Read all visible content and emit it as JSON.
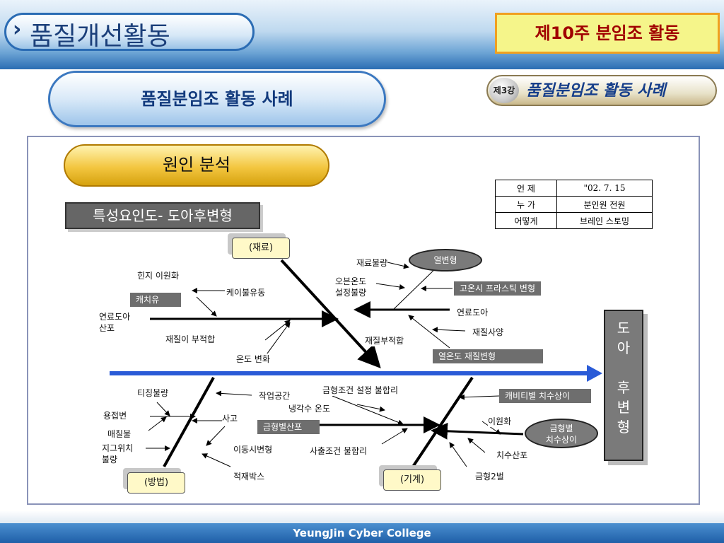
{
  "header": {
    "page_title": "품질개선활동",
    "week_label": "제10주  분임조  활동"
  },
  "subtitle": {
    "main": "품질분임조 활동 사례",
    "lesson_badge": "제3강",
    "lesson_title": "품질분임조 활동 사례"
  },
  "section": {
    "cause_title": "원인 분석",
    "diagram_title": "특성요인도- 도아후변형"
  },
  "info_table": [
    {
      "key": "언  제",
      "value": "\"02. 7. 15"
    },
    {
      "key": "누  가",
      "value": "분인원 전원"
    },
    {
      "key": "어떻게",
      "value": "브레인 스토밍"
    }
  ],
  "fishbone": {
    "effect": "도\n아\n\n후\n변\n형",
    "categories": {
      "material": "(재료)",
      "method": "(방법)",
      "machine": "(기계)"
    },
    "labels": {
      "hinji": "힌지 이원화",
      "caichiyu": "캐치유",
      "keibulyudong": "케이불유동",
      "yeonryodoa_sanpo": "연료도아\n산포",
      "jaejil_bujeokhap": "재질이 부적합",
      "ondo_byeonhwa": "온도 변화",
      "jaeryo_bulryang": "재료불량",
      "yeolbyeonhyeong": "열변형",
      "obun_ondo": "오븐온도\n설정불량",
      "goonsi": "고온시 프라스틱 변형",
      "yeonryodoa": "연료도아",
      "jaejil_bujeokhap2": "재질부적합",
      "jaejil_sayang": "재질사양",
      "yeolondo": "열온도 재질변형",
      "tiching": "티칭불량",
      "yongjeop": "용접변",
      "maechil": "매칠불",
      "jigu": "지그위치\n불량",
      "jakeop": "작업공간",
      "sago": "사고",
      "idong": "이동시변형",
      "jeokjae": "적재박스",
      "geumhyeong_seoljeong": "금형조건 설정 불합리",
      "naenggak": "냉각수 온도",
      "geumhyeongbyeol_sanpo": "금형별산포",
      "sachul": "사출조건 불합리",
      "kaebiti": "캐비티별 치수상이",
      "iwonhwa": "이원화",
      "geumhyeongbyeol_chisu": "금형별\n치수상이",
      "chisu_sanpo": "치수산포",
      "geumhyeong2": "금형2벌"
    }
  },
  "footer": {
    "text": "YeungJin Cyber College"
  }
}
